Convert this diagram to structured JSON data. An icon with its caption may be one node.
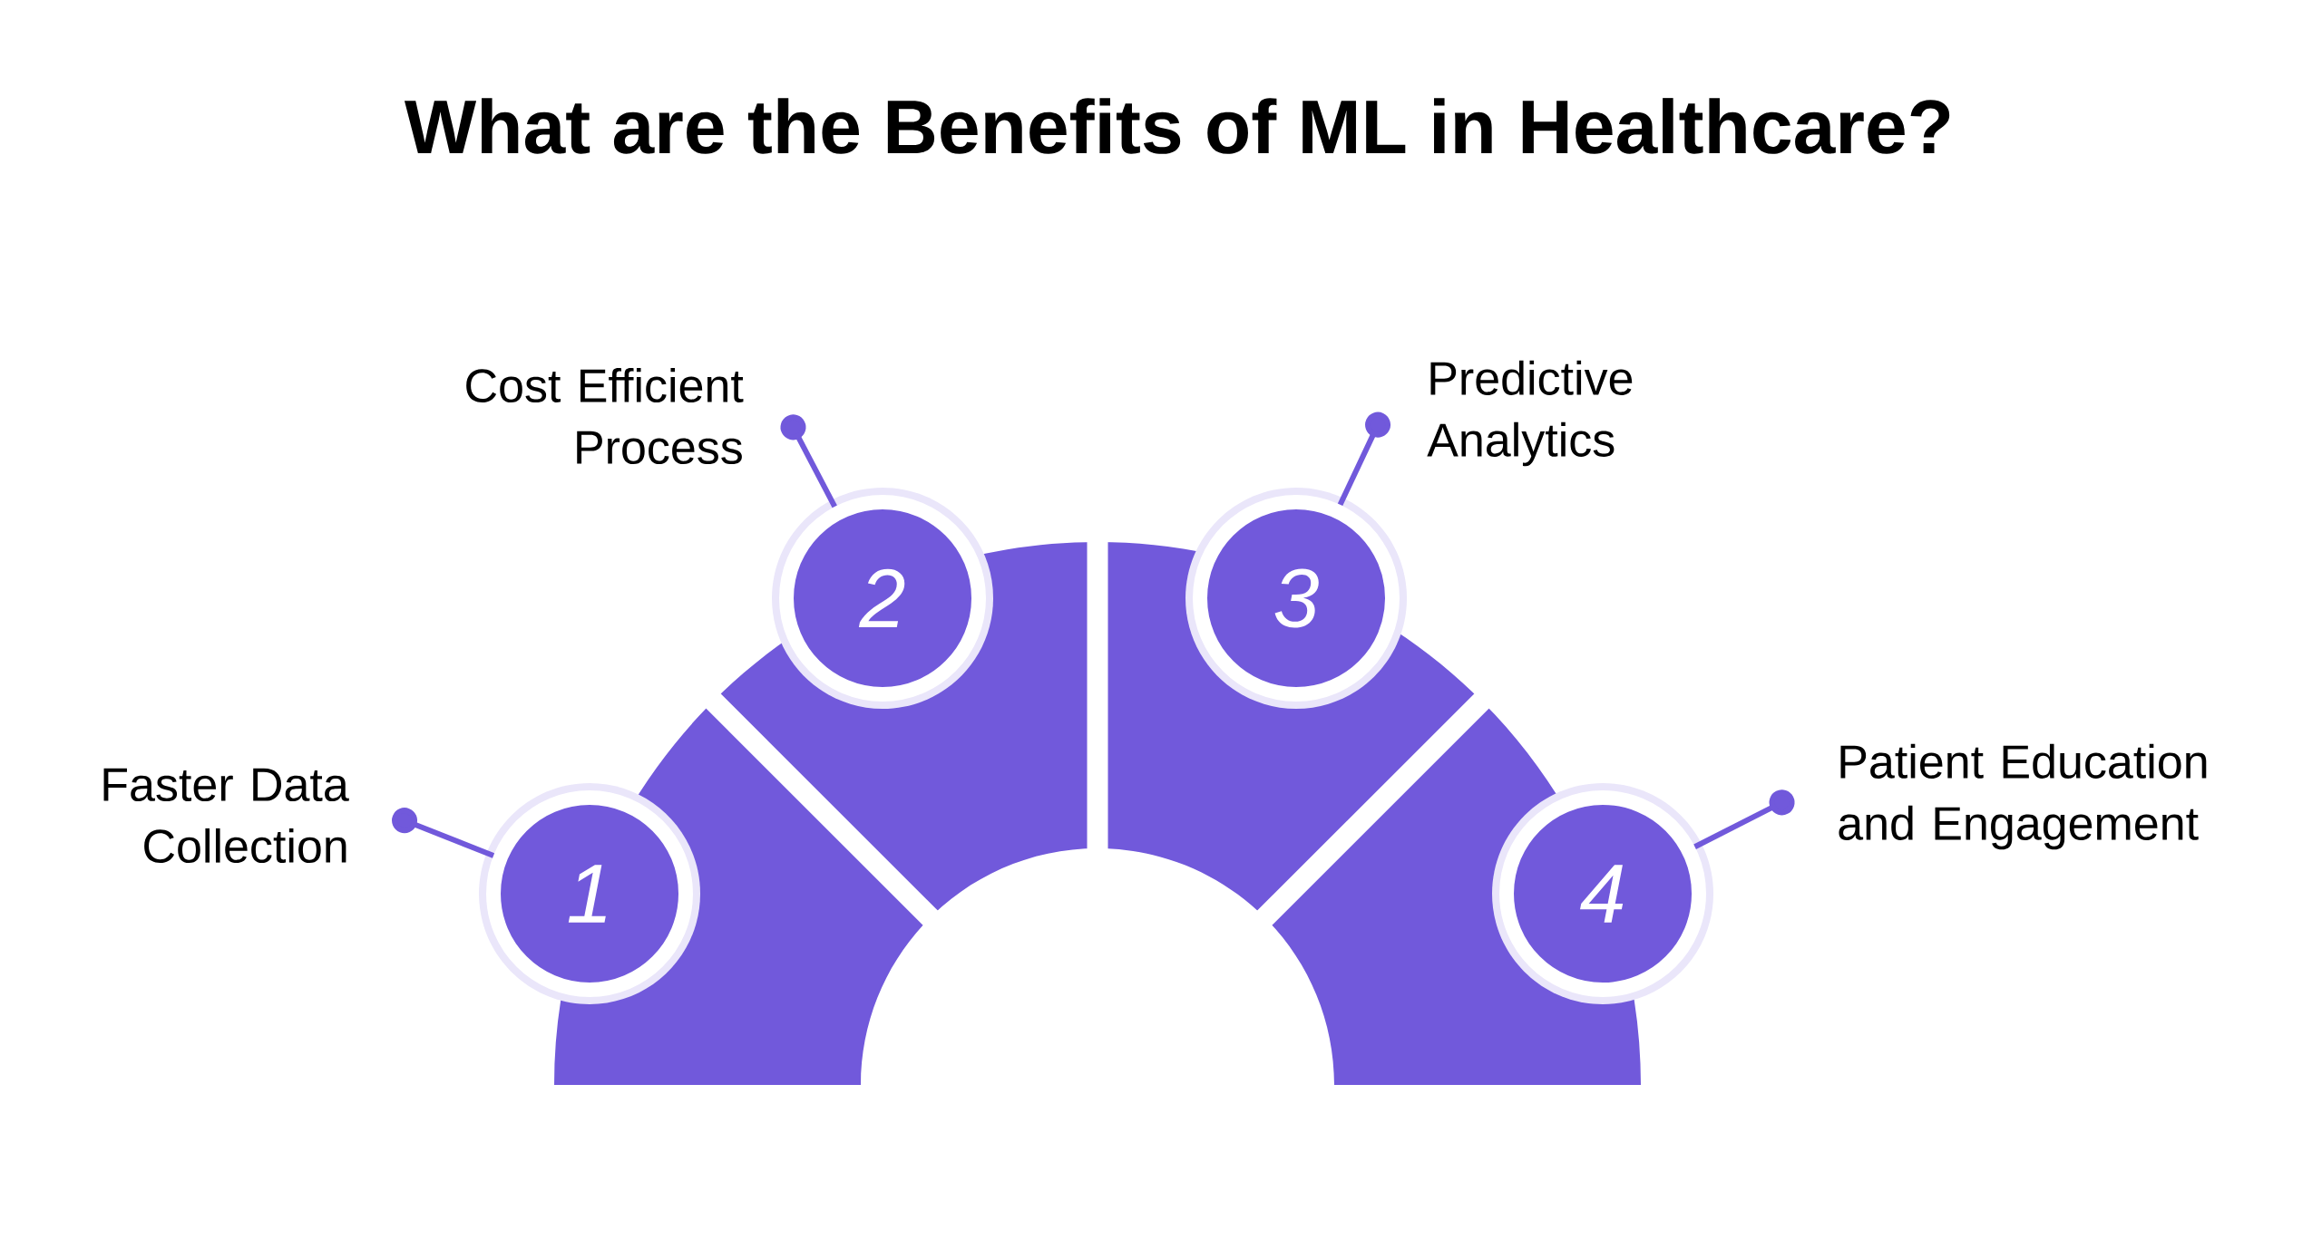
{
  "diagram": {
    "title": "What are the Benefits of ML in Healthcare?",
    "nodes": [
      {
        "text": [
          "1"
        ]
      },
      {
        "text": [
          "2"
        ]
      },
      {
        "text": [
          "3"
        ]
      },
      {
        "text": [
          "4"
        ]
      },
      {
        "text": [
          "Faster Data Collection"
        ]
      },
      {
        "text": [
          "Cost Efficient Process"
        ]
      },
      {
        "text": [
          "Predictive Analytics"
        ]
      },
      {
        "text": [
          "Patient Education and Engagement"
        ]
      }
    ],
    "edges": [
      {
        "from": 4,
        "to": 0,
        "arrow": "other"
      },
      {
        "from": 5,
        "to": 1,
        "arrow": "other"
      },
      {
        "from": 6,
        "to": 2,
        "arrow": "other"
      },
      {
        "from": 7,
        "to": 3,
        "arrow": "other"
      }
    ]
  }
}
